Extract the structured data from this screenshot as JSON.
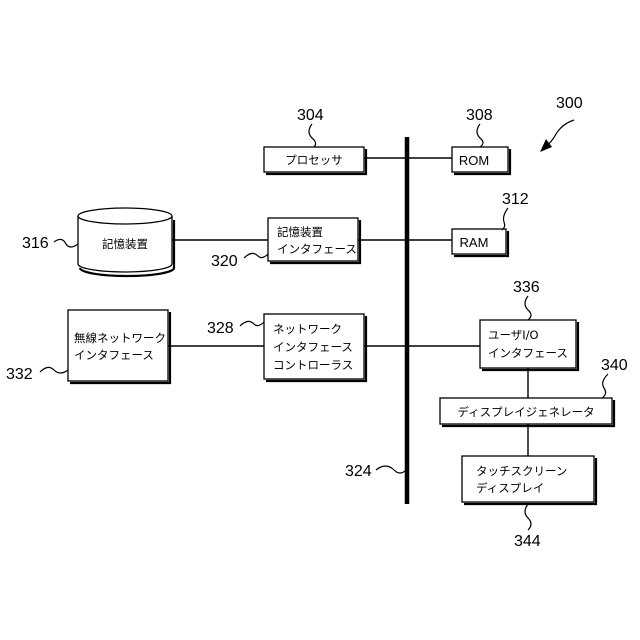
{
  "figure_ref": "300",
  "bus": {
    "ref": "324"
  },
  "blocks": {
    "processor": {
      "ref": "304",
      "lines": [
        "プロセッサ"
      ]
    },
    "rom": {
      "ref": "308",
      "lines": [
        "ROM"
      ]
    },
    "ram": {
      "ref": "312",
      "lines": [
        "RAM"
      ]
    },
    "storage": {
      "ref": "316",
      "lines": [
        "記憶装置"
      ]
    },
    "storage_if": {
      "ref": "320",
      "lines": [
        "記憶装置",
        "インタフェース"
      ]
    },
    "network_ctrl": {
      "ref": "328",
      "lines": [
        "ネットワーク",
        "インタフェース",
        "コントローラス"
      ]
    },
    "wireless_if": {
      "ref": "332",
      "lines": [
        "無線ネットワーク",
        "インタフェース"
      ]
    },
    "user_io_if": {
      "ref": "336",
      "lines": [
        "ユーザI/O",
        "インタフェース"
      ]
    },
    "display_gen": {
      "ref": "340",
      "lines": [
        "ディスプレイジェネレータ"
      ]
    },
    "touch_display": {
      "ref": "344",
      "lines": [
        "タッチスクリーン",
        "ディスプレイ"
      ]
    }
  }
}
